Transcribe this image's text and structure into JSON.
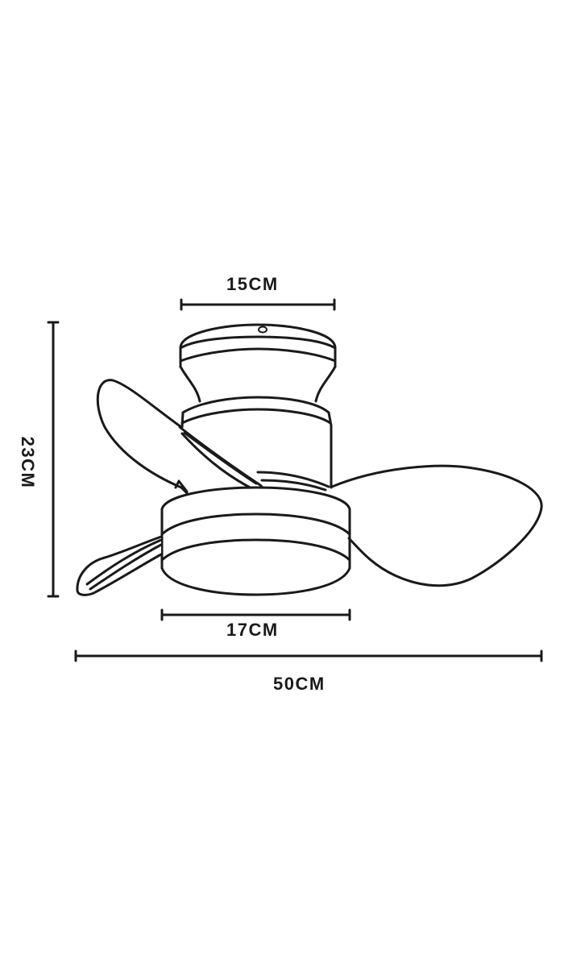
{
  "diagram": {
    "subject": "ceiling fan with light",
    "stroke_color": "#1a1a1a",
    "background": "#ffffff",
    "dimensions": {
      "canopy_width": {
        "label": "15CM",
        "orientation": "horizontal"
      },
      "height": {
        "label": "23CM",
        "orientation": "vertical"
      },
      "light_housing_width": {
        "label": "17CM",
        "orientation": "horizontal"
      },
      "overall_span": {
        "label": "50CM",
        "orientation": "horizontal"
      }
    },
    "parts": {
      "canopy": "ceiling mount canopy",
      "motor_housing": "motor housing",
      "light_housing": "light housing",
      "blades": [
        "blade-left-upper",
        "blade-left-lower",
        "blade-right"
      ]
    }
  }
}
